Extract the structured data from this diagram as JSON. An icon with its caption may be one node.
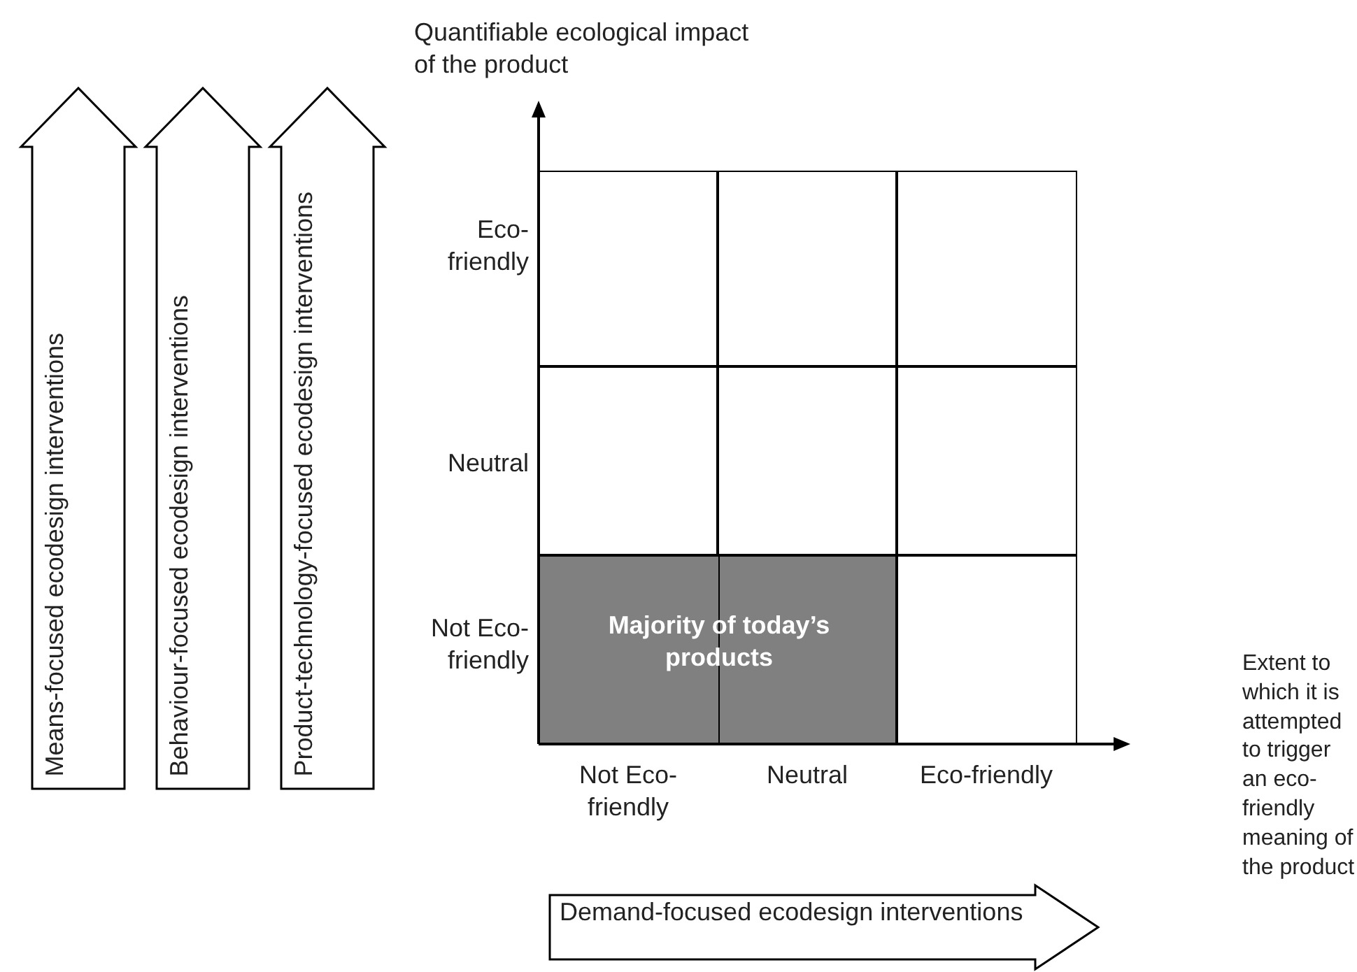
{
  "diagram": {
    "nodes": [
      {
        "text": [
          "Means-focused ecodesign interventions"
        ]
      },
      {
        "text": [
          "Behaviour-focused ecodesign interventions"
        ]
      },
      {
        "text": [
          "Product-technology-focused ecodesign interventions"
        ]
      },
      {
        "text": [],
        "shape": "box"
      },
      {
        "text": [],
        "shape": "box"
      },
      {
        "text": [],
        "shape": "box"
      },
      {
        "text": [],
        "shape": "box"
      },
      {
        "text": [],
        "shape": "box"
      },
      {
        "text": [],
        "shape": "box"
      },
      {
        "text": [
          "Majority of today’s products"
        ]
      },
      {
        "text": [],
        "shape": "box"
      },
      {
        "text": [
          "Demand-focused ecodesign interventions"
        ]
      }
    ],
    "edges": [],
    "labels": [
      "Quantifiable ecological impact of the product",
      "Eco-friendly",
      "Neutral",
      "Not Eco-friendly",
      "Extent to which it is attempted to trigger an eco-friendly meaning of the product",
      "Not Eco-friendly",
      "Neutral",
      "Eco-friendly"
    ]
  }
}
